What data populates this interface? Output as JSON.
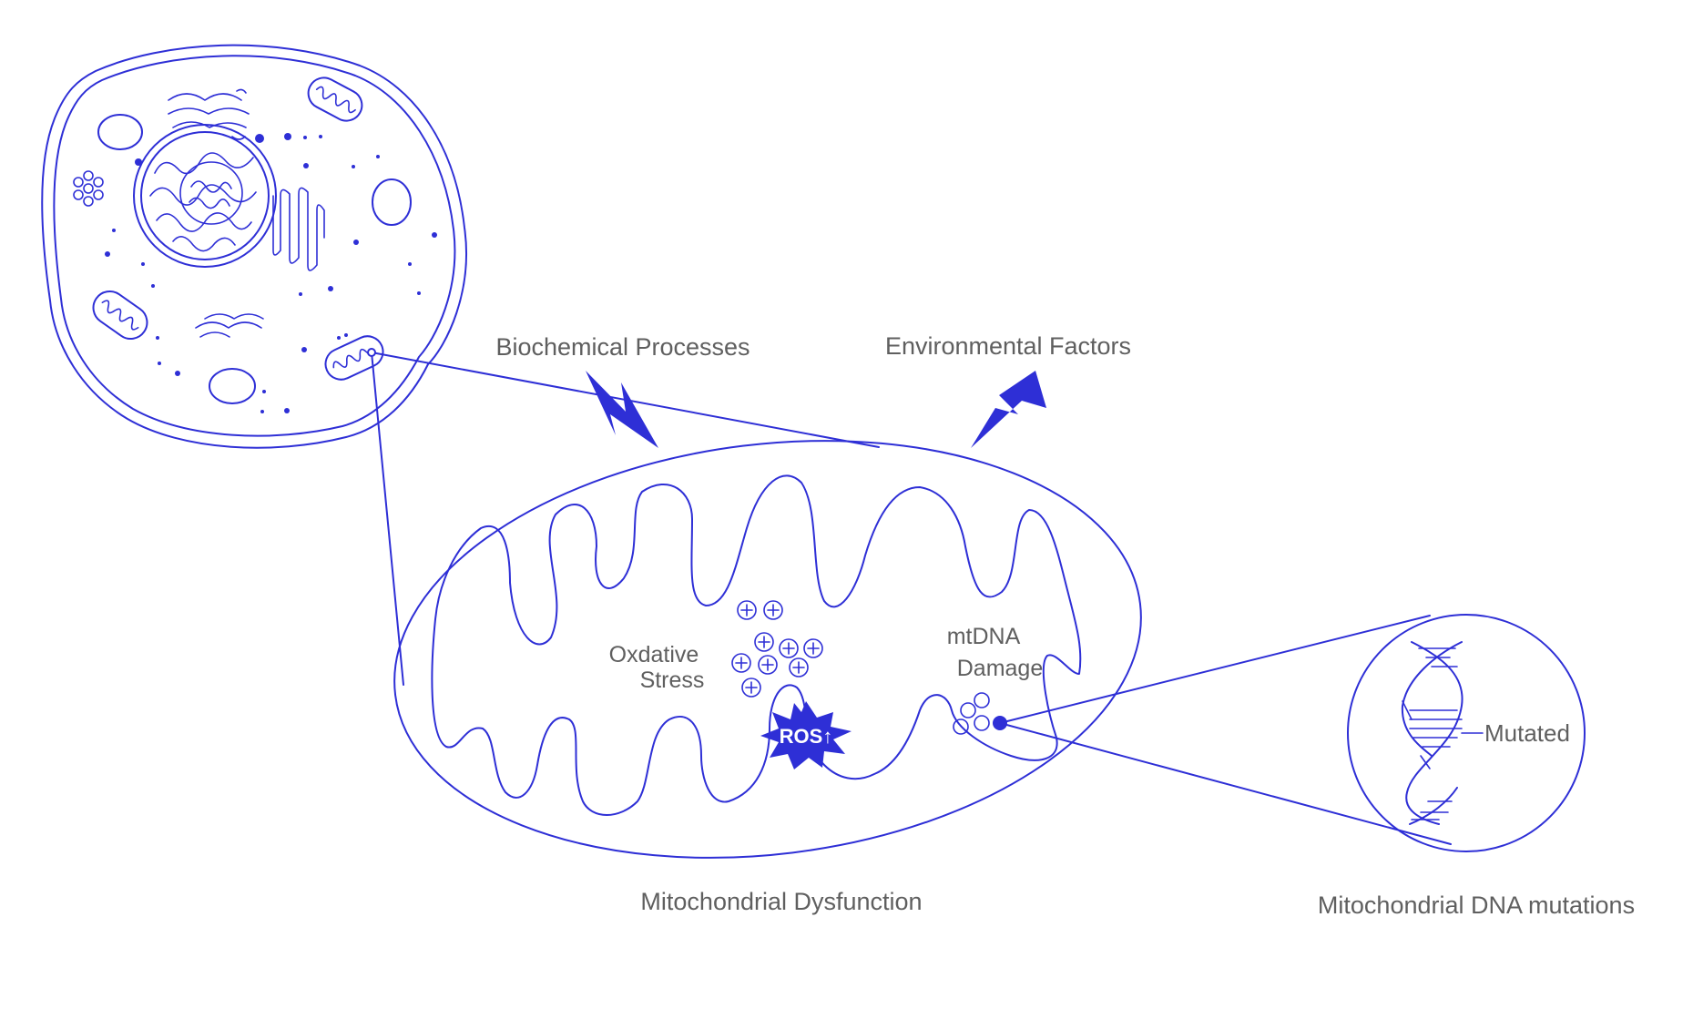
{
  "colors": {
    "accent": "#2e2fd6",
    "text": "#5f5f5f",
    "background": "#ffffff"
  },
  "labels": {
    "biochemical": "Biochemical Processes",
    "environmental": "Environmental Factors",
    "oxidative_line1": "Oxdative",
    "oxidative_line2": "Stress",
    "mtdna_line1": "mtDNA",
    "mtdna_line2": "Damage",
    "ros": "ROS↑",
    "mutated": "Mutated",
    "mito_dysfunction": "Mitochondrial Dysfunction",
    "mito_dna": "Mitochondrial DNA mutations"
  },
  "icons": {
    "lightning": "lightning-bolt-icon",
    "positive_charge": "plus-circle-icon",
    "dna": "dna-helix-icon"
  }
}
